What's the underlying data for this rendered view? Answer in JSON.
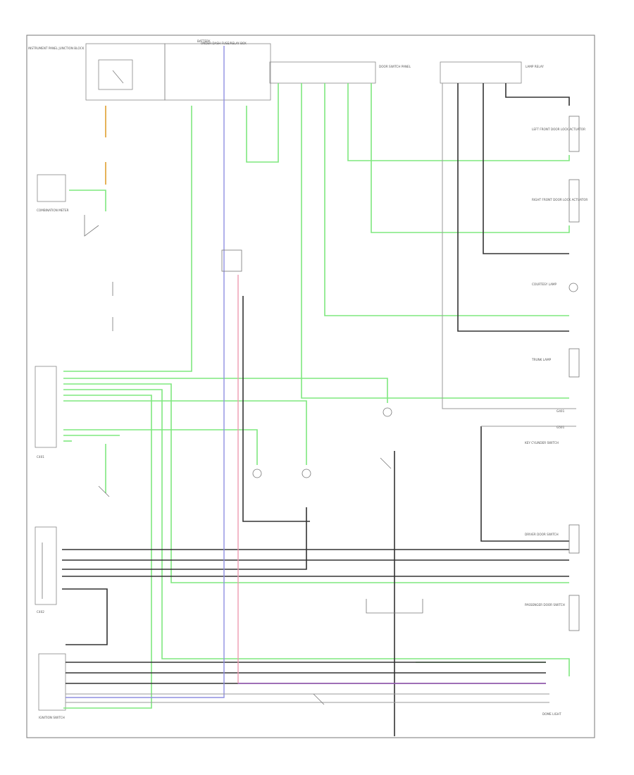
{
  "labels": {
    "junction_box": "INSTRUMENT PANEL JUNCTION BLOCK",
    "fuse_box": "UNDER-DASH FUSE/RELAY BOX",
    "lamp_relay": "LAMP RELAY",
    "combination_meter": "COMBINATION METER",
    "door_switch_panel": "DOOR SWITCH PANEL",
    "left_door_lock": "LEFT FRONT DOOR LOCK ACTUATOR",
    "right_door_lock": "RIGHT FRONT DOOR LOCK ACTUATOR",
    "key_cylinder_switch": "KEY CYLINDER SWITCH",
    "trunk_lamp": "TRUNK LAMP",
    "ignition_switch": "IGNITION SWITCH",
    "driver_door_switch": "DRIVER DOOR SWITCH",
    "passenger_door_switch": "PASSENGER DOOR SWITCH",
    "courtesy_lamp": "COURTESY LAMP",
    "dome_light": "DOME LIGHT",
    "ground_left": "G401",
    "ground_right": "G501",
    "connector_a": "C401",
    "connector_b": "C402",
    "power_label": "BATTERY"
  },
  "colors": {
    "wire_green": "#7ee87e",
    "wire_black": "#333333",
    "wire_blue": "#8f8fe0",
    "wire_pink": "#ee9bb0",
    "wire_purple": "#a060c0",
    "wire_orange": "#e0a030",
    "outline": "#555555"
  }
}
